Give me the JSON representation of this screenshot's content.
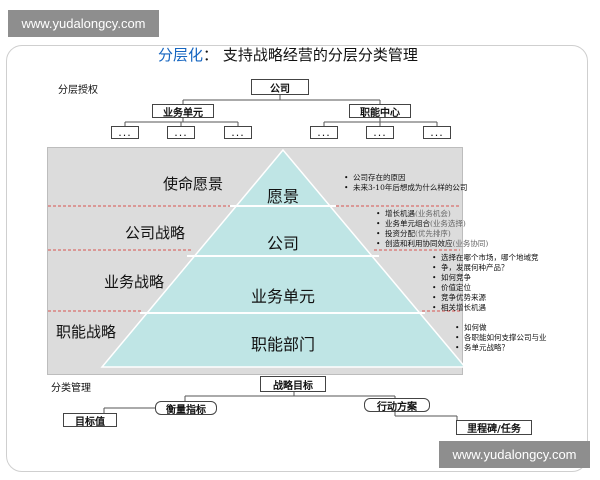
{
  "watermark": {
    "top": "www.yudalongcy.com",
    "bottom": "www.yudalongcy.com"
  },
  "title": {
    "prefix": "分层化",
    "colon": "：",
    "text": "支持战略经营的分层分类管理"
  },
  "authorization": {
    "label": "分层授权",
    "root": "公司",
    "children": [
      "业务单元",
      "职能中心"
    ],
    "placeholder": "..."
  },
  "levels": [
    {
      "left_label": "使命愿景",
      "pyramid_label": "愿景"
    },
    {
      "left_label": "公司战略",
      "pyramid_label": "公司"
    },
    {
      "left_label": "业务战略",
      "pyramid_label": "业务单元"
    },
    {
      "left_label": "职能战略",
      "pyramid_label": "职能部门"
    }
  ],
  "notes": {
    "vision": [
      "公司存在的原因",
      "未来3-10年后想成为什么样的公司"
    ],
    "corporate": [
      {
        "text": "增长机遇",
        "sub": "(业务机会)"
      },
      {
        "text": "业务单元组合",
        "sub": "(业务选择)"
      },
      {
        "text": "投资分配",
        "sub": "(优先排序)"
      },
      {
        "text": "创造和利用协同效应",
        "sub": "(业务协同)"
      }
    ],
    "business": [
      "选择在哪个市场，哪个地域竞",
      "争，发展何种产品？",
      "如何竞争",
      "价值定位",
      "竞争优势来源",
      "相关增长机遇"
    ],
    "functional": [
      "如何做",
      "各职能如何支撑公司与业",
      "务单元战略？"
    ]
  },
  "classification": {
    "label": "分类管理",
    "root": "战略目标",
    "children": [
      "衡量指标",
      "行动方案"
    ],
    "leaves": [
      "目标值",
      "里程碑/任务"
    ]
  },
  "colors": {
    "pyramid": "#bfe5e5",
    "pyramid_stroke": "#ffffff",
    "divider": "#d9534f",
    "panel": "#dcdcdc",
    "title_accent": "#1565c0"
  }
}
